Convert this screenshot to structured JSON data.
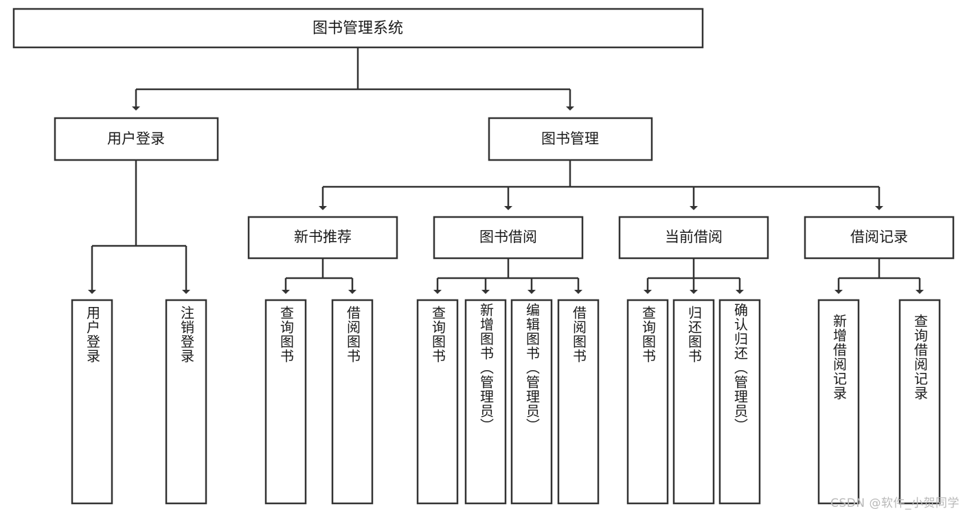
{
  "diagram": {
    "title_node": {
      "label": "图书管理系统"
    },
    "level2": [
      {
        "id": "user-login",
        "label": "用户登录"
      },
      {
        "id": "book-manage",
        "label": "图书管理"
      }
    ],
    "level3": [
      {
        "id": "new-book-recommend",
        "label": "新书推荐"
      },
      {
        "id": "book-borrow",
        "label": "图书借阅"
      },
      {
        "id": "current-borrow",
        "label": "当前借阅"
      },
      {
        "id": "borrow-record",
        "label": "借阅记录"
      }
    ],
    "leaves": [
      {
        "id": "leaf-user-login",
        "label": "用户登录",
        "parent": "user-login"
      },
      {
        "id": "leaf-logout",
        "label": "注销登录",
        "parent": "user-login"
      },
      {
        "id": "leaf-query-book-1",
        "label": "查询图书",
        "parent": "new-book-recommend"
      },
      {
        "id": "leaf-borrow-book-1",
        "label": "借阅图书",
        "parent": "new-book-recommend"
      },
      {
        "id": "leaf-query-book-2",
        "label": "查询图书",
        "parent": "book-borrow"
      },
      {
        "id": "leaf-add-book",
        "label": "新增图书（管理员）",
        "parent": "book-borrow"
      },
      {
        "id": "leaf-edit-book",
        "label": "编辑图书（管理员）",
        "parent": "book-borrow"
      },
      {
        "id": "leaf-borrow-book-2",
        "label": "借阅图书",
        "parent": "book-borrow"
      },
      {
        "id": "leaf-query-book-3",
        "label": "查询图书",
        "parent": "current-borrow"
      },
      {
        "id": "leaf-return-book",
        "label": "归还图书",
        "parent": "current-borrow"
      },
      {
        "id": "leaf-confirm-return",
        "label": "确认归还（管理员）",
        "parent": "current-borrow"
      },
      {
        "id": "leaf-add-record",
        "label": "新增借阅记录",
        "parent": "borrow-record"
      },
      {
        "id": "leaf-query-record",
        "label": "查询借阅记录",
        "parent": "borrow-record"
      }
    ],
    "watermark": "CSDN @软件_小贺同学",
    "colors": {
      "stroke": "#333333",
      "fill": "#ffffff",
      "text": "#1a1a1a",
      "watermark": "#b9b9b9"
    }
  }
}
